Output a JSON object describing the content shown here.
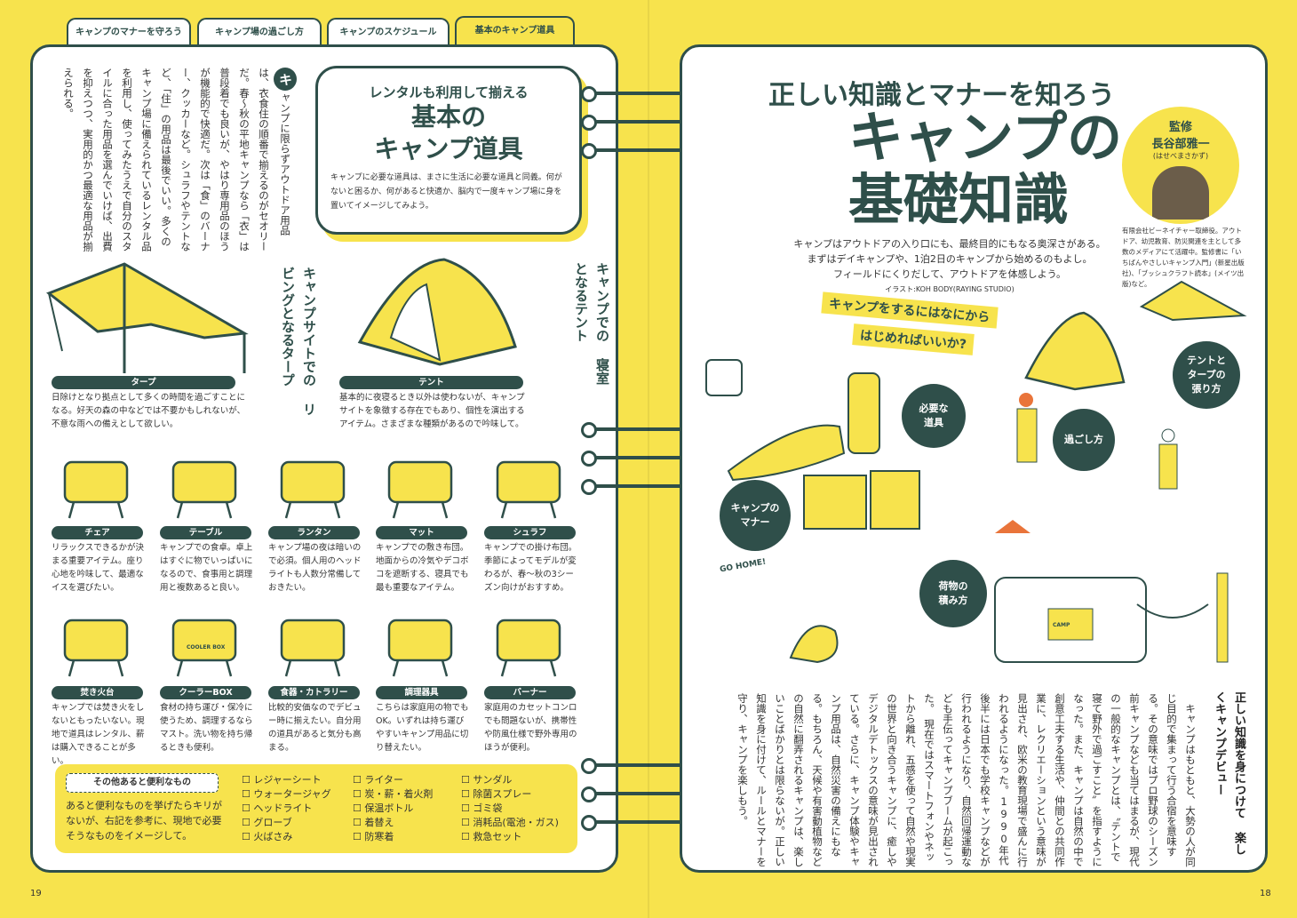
{
  "tabs": [
    "キャンプのマナーを守ろう",
    "キャンプ場の過ごし方",
    "キャンプのスケジュール",
    "基本のキャンプ道具"
  ],
  "left": {
    "intro_initial": "キ",
    "intro": "ャンプに限らずアウトドア用品は、衣食住の順番で揃えるのがセオリーだ。春〜秋の平地キャンプなら「衣」は普段着でも良いが、やはり専用品のほうが機能的で快適だ。次は「食」のバーナー、クッカーなど。シュラフやテントなど、「住」の用品は最後でいい。多くのキャンプ場に備えられているレンタル品を利用し、使ってみたうえで自分のスタイルに合った用品を選んでいけば、出費を抑えつつ、実用的かつ最適な用品が揃えられる。",
    "box_sub": "レンタルも利用して揃える",
    "box_title1": "基本の",
    "box_title2": "キャンプ道具",
    "box_desc": "キャンプに必要な道具は、まさに生活に必要な道具と同義。何がないと困るか、何があると快適か、脳内で一度キャンプ場に身を置いてイメージしてみよう。",
    "tarp_caption": "キャンプサイトでの リビングとなるタープ",
    "tent_caption": "キャンプでの 寝室となるテント",
    "tarp": {
      "label": "タープ",
      "desc": "日除けとなり拠点として多くの時間を過ごすことになる。好天の森の中などでは不要かもしれないが、不意な雨への備えとして欲しい。"
    },
    "tent": {
      "label": "テント",
      "desc": "基本的に夜寝るとき以外は使わないが、キャンプサイトを象徴する存在でもあり、個性を演出するアイテム。さまざまな種類があるので吟味して。"
    },
    "row1": [
      {
        "label": "チェア",
        "desc": "リラックスできるかが決まる重要アイテム。座り心地を吟味して、最適なイスを選びたい。"
      },
      {
        "label": "テーブル",
        "desc": "キャンプでの食卓。卓上はすぐに物でいっぱいになるので、食事用と調理用と複数あると良い。"
      },
      {
        "label": "ランタン",
        "desc": "キャンプ場の夜は暗いので必須。個人用のヘッドライトも人数分常備しておきたい。"
      },
      {
        "label": "マット",
        "desc": "キャンプでの敷き布団。地面からの冷気やデコボコを遮断する、寝具でも最も重要なアイテム。"
      },
      {
        "label": "シュラフ",
        "desc": "キャンプでの掛け布団。季節によってモデルが変わるが、春〜秋の3シーズン向けがおすすめ。"
      }
    ],
    "row2": [
      {
        "label": "焚き火台",
        "desc": "キャンプでは焚き火をしないともったいない。現地で道具はレンタル、薪は購入できることが多い。"
      },
      {
        "label": "クーラーBOX",
        "desc": "食材の持ち運び・保冷に使うため、調理するならマスト。洗い物を持ち帰るときも便利。"
      },
      {
        "label": "食器・カトラリー",
        "desc": "比較的安価なのでデビュー時に揃えたい。自分用の道具があると気分も高まる。"
      },
      {
        "label": "調理器具",
        "desc": "こちらは家庭用の物でもOK。いずれは持ち運びやすいキャンプ用品に切り替えたい。"
      },
      {
        "label": "バーナー",
        "desc": "家庭用のカセットコンロでも問題ないが、携帯性や防風仕様で野外専用のほうが便利。"
      }
    ],
    "cooler_text": "COOLER BOX",
    "extras": {
      "title": "その他あると便利なもの",
      "desc": "あると便利なものを挙げたらキリがないが、右記を参考に、現地で必要そうなものをイメージして。",
      "items": [
        "レジャーシート",
        "ウォータージャグ",
        "ヘッドライト",
        "グローブ",
        "火ばさみ",
        "ライター",
        "炭・薪・着火剤",
        "保温ボトル",
        "着替え",
        "防寒着",
        "サンダル",
        "除菌スプレー",
        "ゴミ袋",
        "消耗品(電池・ガス)",
        "救急セット"
      ]
    },
    "page_number": "19"
  },
  "right": {
    "kicker": "正しい知識とマナーを知ろう",
    "title1": "キャンプの",
    "title2": "基礎知識",
    "lead": [
      "キャンプはアウトドアの入り口にも、最終目的にもなる奥深さがある。",
      "まずはデイキャンプや、1泊2日のキャンプから始めるのもよし。",
      "フィールドにくりだして、アウトドアを体感しよう。"
    ],
    "credit": "イラスト:KOH BODY(RAYING STUDIO)",
    "supervisor": {
      "role": "監修",
      "name": "長谷部雅一",
      "reading": "(はせべまさかず)",
      "bio": "有限会社ビーネイチャー取締役。アウトドア、幼児教育、防災関連を主として多数のメディアにて活躍中。監修書に「いちばんやさしいキャンプ入門」(新星出版社)、「ブッシュクラフト読本」(メイツ出版)など。"
    },
    "ribbon1": "キャンプをするにはなにから",
    "ribbon2": "はじめればいいか?",
    "badges": [
      "必要な\n道具",
      "テントと\nタープの\n張り方",
      "過ごし方",
      "キャンプの\nマナー",
      "荷物の\n積み方"
    ],
    "go_home": "GO HOME!",
    "camp_text": "CAMP",
    "column_heading": "正しい知識を身につけて 楽しくキャンプデビュー",
    "column_body": "　キャンプはもともと、大勢の人が同じ目的で集まって行う合宿を意味する。その意味ではプロ野球のシーズン前キャンプなども当てはまるが、現代の一般的なキャンプとは、〝テントで寝て野外で過ごすこと〟を指すようになった。また、キャンプは自然の中で創意工夫する生活や、仲間との共同作業に、レクリエーションという意味が見出され、欧米の教育現場で盛んに行われるようになった。1990年代後半には日本でも学校キャンプなどが行われるようになり、自然回帰運動なども手伝ってキャンプブームが起こった。　現在ではスマートフォンやネットから離れ、五感を使って自然や現実の世界と向き合うキャンプに、癒しやデジタルデトックスの意味が見出されている。さらに、キャンプ体験やキャンプ用品は、自然災害の備えにもなる。もちろん、天候や有害動植物などの自然に翻弄されるキャンプは、楽しいことばかりとは限らないが。正しい知識を身に付けて、ルールとマナーを守り、キャンプを楽しもう。",
    "page_number": "18"
  },
  "colors": {
    "yellow": "#f7e34d",
    "green": "#2f4f4a"
  }
}
